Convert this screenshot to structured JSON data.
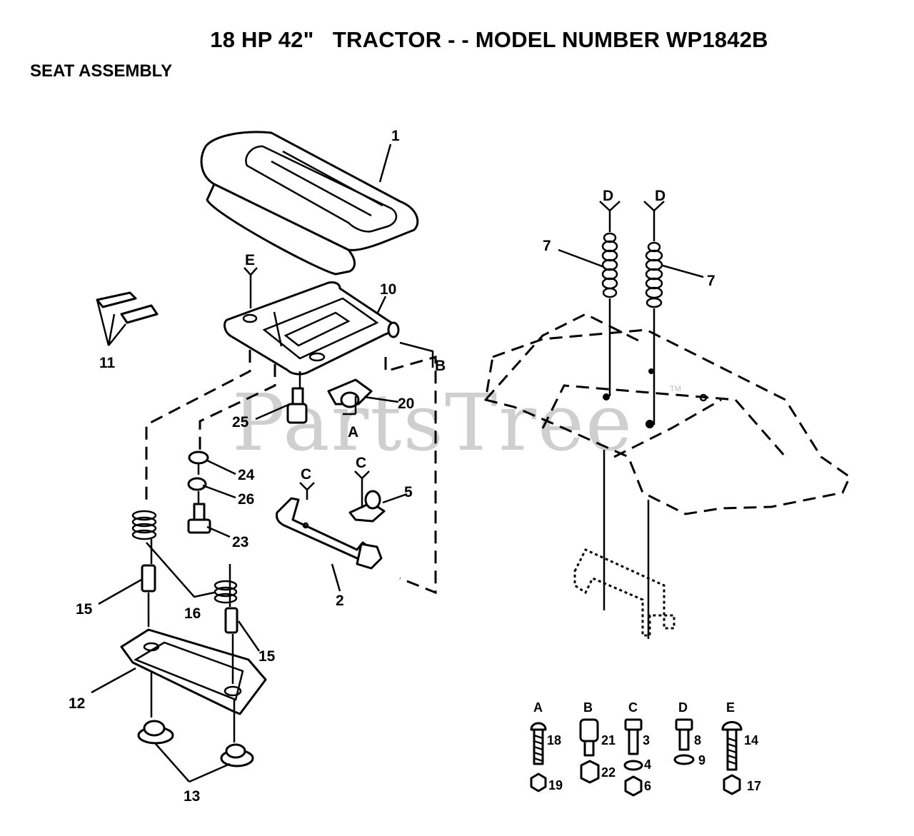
{
  "header": {
    "title": "18 HP 42\"   TRACTOR - - MODEL NUMBER WP1842B",
    "subtitle": "SEAT ASSEMBLY"
  },
  "watermark": "PartsTree",
  "watermark_tm": "TM",
  "callouts": {
    "p1": "1",
    "p2": "2",
    "p5": "5",
    "p7a": "7",
    "p7b": "7",
    "p10": "10",
    "p11": "11",
    "p12": "12",
    "p13": "13",
    "p15a": "15",
    "p15b": "15",
    "p16": "16",
    "p20": "20",
    "p23": "23",
    "p24": "24",
    "p25": "25",
    "p26": "26"
  },
  "letters": {
    "E_top": "E",
    "B_side": "B",
    "A_under": "A",
    "C_left": "C",
    "C_right": "C",
    "D_left": "D",
    "D_right": "D"
  },
  "hardware_key": [
    {
      "group": "A",
      "upper": "18",
      "lower": "19"
    },
    {
      "group": "B",
      "upper": "21",
      "lower": "22"
    },
    {
      "group": "C",
      "upper": "3",
      "middle": "4",
      "lower": "6"
    },
    {
      "group": "D",
      "upper": "8",
      "lower": "9"
    },
    {
      "group": "E",
      "upper": "14",
      "lower": "17"
    }
  ]
}
